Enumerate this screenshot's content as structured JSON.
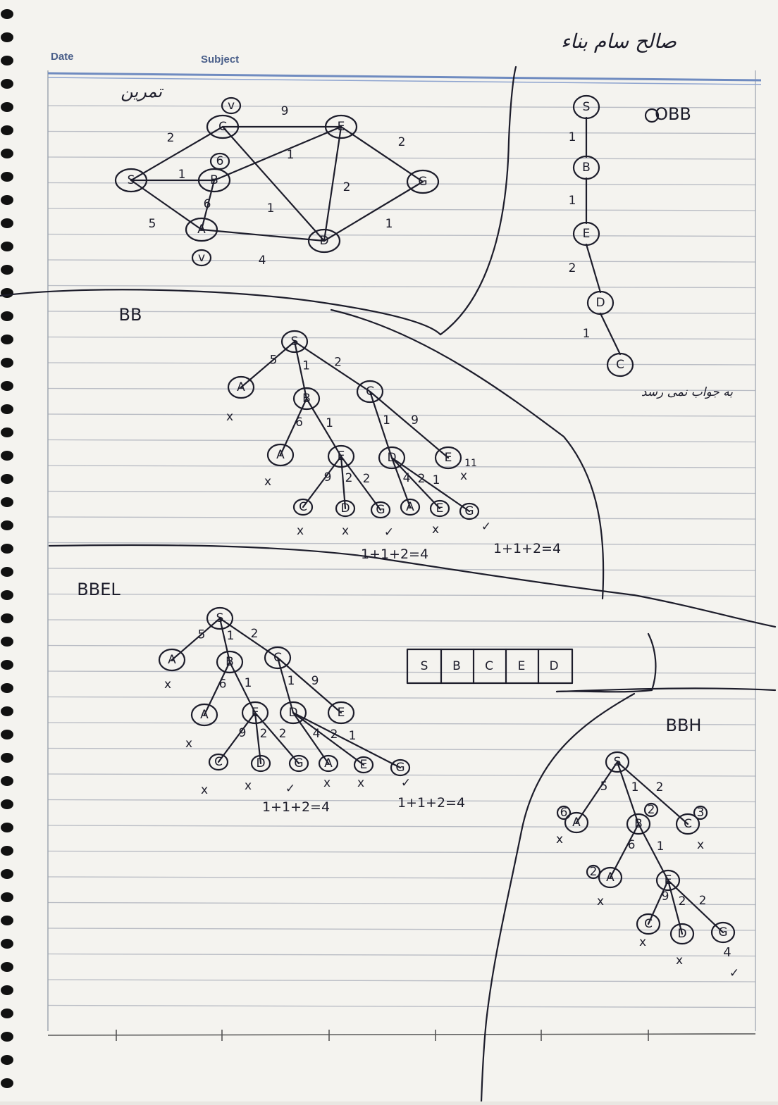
{
  "header": {
    "date_label": "Date",
    "subject_label": "Subject",
    "author": "صالح سام بناء"
  },
  "sections": {
    "graph": {
      "title": "تمرين",
      "nodes": [
        {
          "id": "S",
          "label": "S"
        },
        {
          "id": "C",
          "label": "C"
        },
        {
          "id": "B",
          "label": "B"
        },
        {
          "id": "A",
          "label": "A"
        },
        {
          "id": "E",
          "label": "E"
        },
        {
          "id": "D",
          "label": "D"
        },
        {
          "id": "G",
          "label": "G"
        }
      ],
      "edges": [
        {
          "from": "S",
          "to": "C",
          "w": "2"
        },
        {
          "from": "S",
          "to": "B",
          "w": "1"
        },
        {
          "from": "S",
          "to": "A",
          "w": "5"
        },
        {
          "from": "C",
          "to": "E",
          "w": "9"
        },
        {
          "from": "C",
          "to": "D",
          "w": "1"
        },
        {
          "from": "B",
          "to": "E",
          "w": "1"
        },
        {
          "from": "B",
          "to": "A",
          "w": "6"
        },
        {
          "from": "A",
          "to": "D",
          "w": "4"
        },
        {
          "from": "E",
          "to": "D",
          "w": "2"
        },
        {
          "from": "E",
          "to": "G",
          "w": "2"
        },
        {
          "from": "D",
          "to": "G",
          "w": "1"
        }
      ],
      "badges": [
        "v",
        "6",
        "v"
      ]
    },
    "obb": {
      "title": "OBB",
      "chain": [
        "S",
        "B",
        "E",
        "D",
        "C"
      ],
      "weights": [
        "1",
        "1",
        "2",
        "1"
      ],
      "note": "به جواب نمی رسد"
    },
    "bb": {
      "title": "BB",
      "sum_left": "1+1+2=4",
      "sum_right": "1+1+2=4",
      "extra_mark": "11"
    },
    "bbel": {
      "title": "BBEL",
      "list": [
        "S",
        "B",
        "C",
        "E",
        "D"
      ],
      "sum_left": "1+1+2=4",
      "sum_right": "1+1+2=4"
    },
    "bbh": {
      "title": "BBH",
      "goal_cost": "4",
      "badges": [
        "6",
        "2",
        "3",
        "2"
      ]
    }
  },
  "colors": {
    "ink": "#1d1d2b",
    "rule": "#b9bcc4",
    "header_rule": "#6f8bc0",
    "paper": "#f4f3ef"
  }
}
